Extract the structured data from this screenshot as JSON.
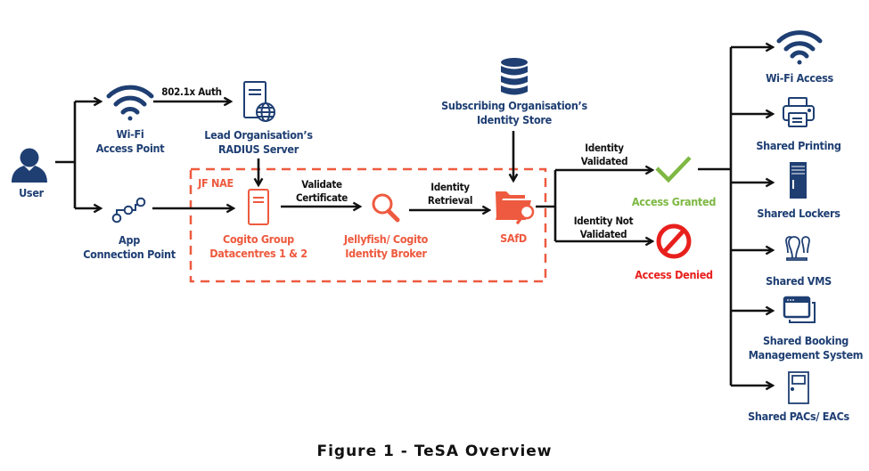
{
  "colors": {
    "navy": "#1f3f73",
    "red": "#ee5a3f",
    "green": "#7db843",
    "deny": "#e8201d",
    "line": "#111111"
  },
  "nodes": {
    "user": {
      "label": "User",
      "icon": "user-icon"
    },
    "wifi_ap": {
      "label_line1": "Wi-Fi",
      "label_line2": "Access Point",
      "icon": "wifi-icon"
    },
    "app_cp": {
      "label_line1": "App",
      "label_line2": "Connection Point",
      "icon": "network-nodes-icon"
    },
    "radius": {
      "label_line1": "Lead Organisation’s",
      "label_line2": "RADIUS Server",
      "icon": "server-globe-icon"
    },
    "jf_nae": {
      "label": "JF NAE"
    },
    "cogito_dc": {
      "label_line1": "Cogito Group",
      "label_line2": "Datacentres 1 & 2",
      "icon": "server-icon"
    },
    "broker": {
      "label_line1": "Jellyfish/ Cogito",
      "label_line2": "Identity Broker",
      "icon": "magnifier-icon"
    },
    "identity_store": {
      "label_line1": "Subscribing Organisation’s",
      "label_line2": "Identity Store",
      "icon": "database-icon"
    },
    "safd": {
      "label": "SAfD",
      "icon": "folder-search-icon"
    },
    "granted": {
      "label": "Access Granted",
      "icon": "checkmark-icon"
    },
    "denied": {
      "label": "Access Denied",
      "icon": "prohibited-icon"
    }
  },
  "edges": {
    "auth": "802.1x Auth",
    "validate_line1": "Validate",
    "validate_line2": "Certificate",
    "retrieval_line1": "Identity",
    "retrieval_line2": "Retrieval",
    "validated_line1": "Identity",
    "validated_line2": "Validated",
    "not_validated_line1": "Identity Not",
    "not_validated_line2": "Validated"
  },
  "services": [
    {
      "label": "Wi-Fi Access",
      "icon": "wifi-icon"
    },
    {
      "label": "Shared Printing",
      "icon": "printer-icon"
    },
    {
      "label": "Shared Lockers",
      "icon": "locker-icon"
    },
    {
      "label": "Shared VMS",
      "icon": "users-group-icon"
    },
    {
      "label_line1": "Shared Booking",
      "label_line2": "Management System",
      "icon": "app-windows-icon"
    },
    {
      "label": "Shared PACs/ EACs",
      "icon": "door-icon"
    }
  ],
  "caption": "Figure 1 - TeSA Overview"
}
